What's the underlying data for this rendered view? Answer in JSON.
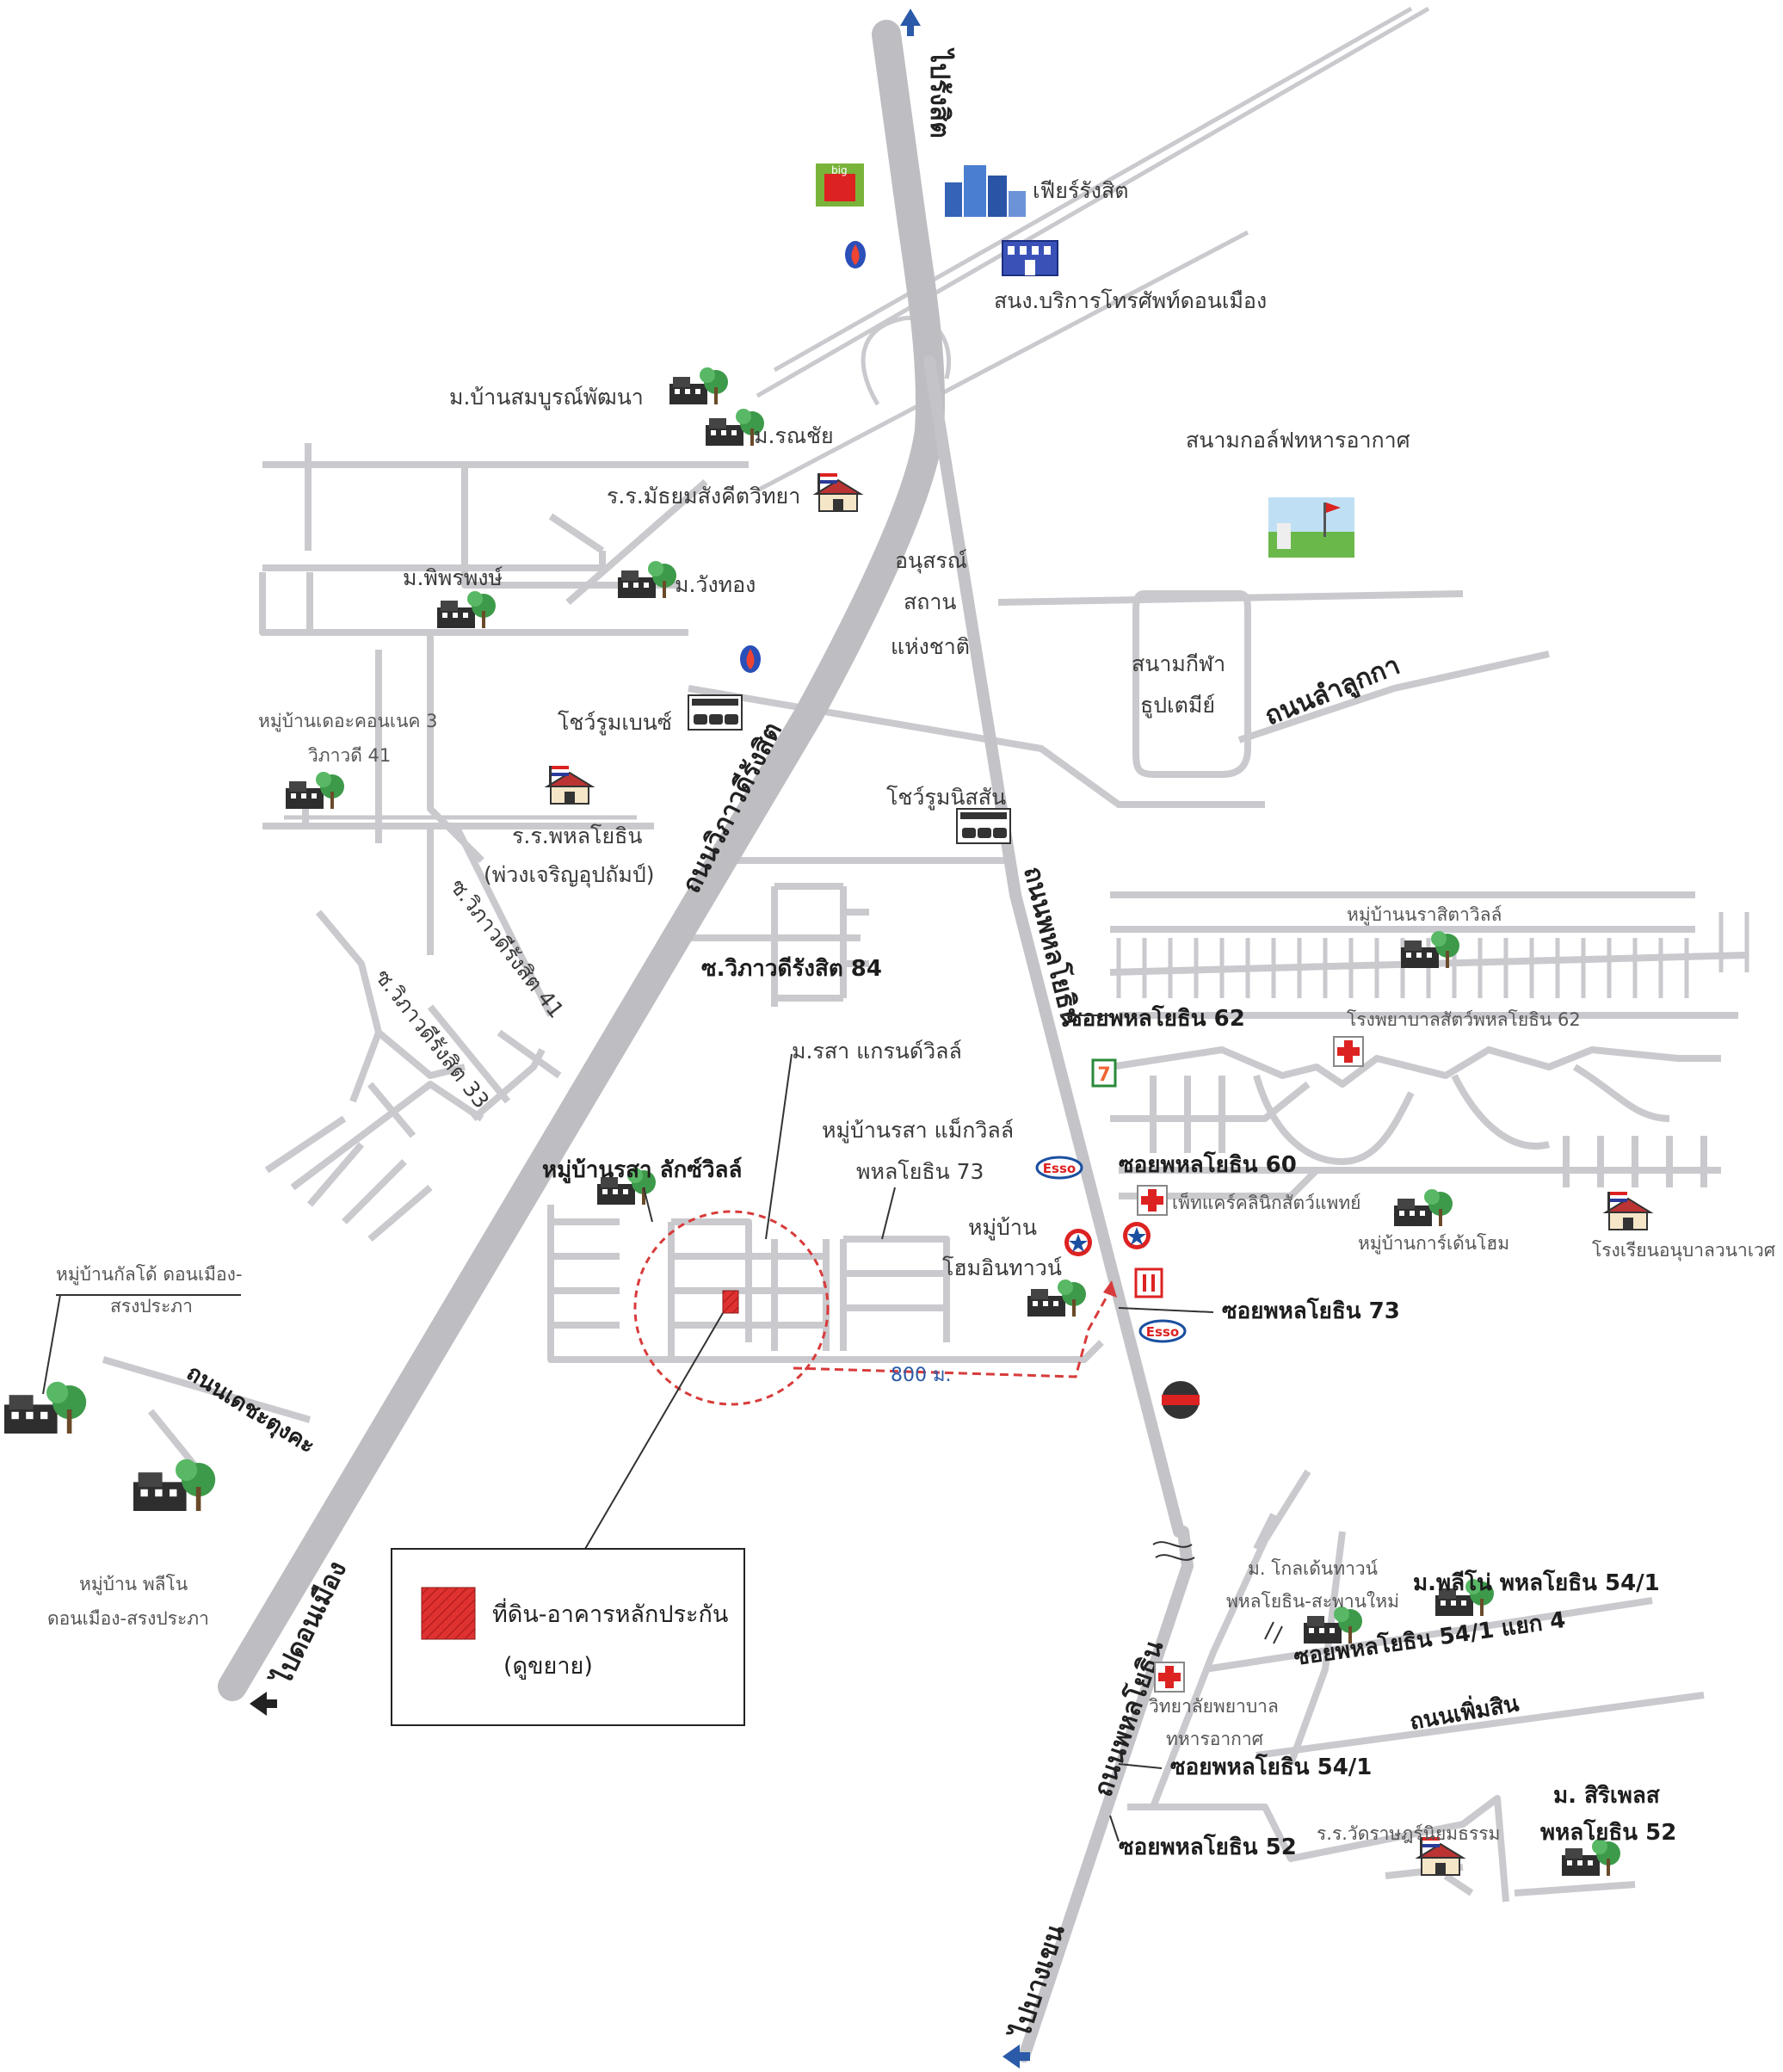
{
  "roads": {
    "vibhavadi": "ถนนวิภาวดีรังสิต",
    "phahonyothin": "ถนนพหลโยธิน",
    "phahonyothin_south": "ถนนพหลโยธิน",
    "lamlukka": "ถนนลำลูกกา",
    "detchatungkha": "ถนนเดชะตุงคะ",
    "phoemsin": "ถนนเพิ่มสิน",
    "soi_vibhavadi_84": "ซ.วิภาวดีรังสิต 84",
    "soi_vibhavadi_41": "ซ.วิภาวดีรังสิต 41",
    "soi_vibhavadi_33": "ซ.วิภาวดีรังสิต 33",
    "soi_phahon_62": "ซอยพหลโยธิน 62",
    "soi_phahon_60": "ซอยพหลโยธิน 60",
    "soi_phahon_73": "ซอยพหลโยธิน 73",
    "soi_phahon_54_1": "ซอยพหลโยธิน 54/1",
    "soi_phahon_54_1_4": "ซอยพหลโยธิน 54/1 แยก 4",
    "soi_phahon_52": "ซอยพหลโยธิน 52"
  },
  "directions": {
    "to_rangsit": "ไปรังสิต",
    "to_donmueang": "ไปดอนเมือง",
    "to_bangkhen": "ไปบางเขน"
  },
  "places": {
    "future_rangsit": "เฟียร์รังสิต",
    "tot_office": "สนง.บริการโทรศัพท์ดอนเมือง",
    "m_somboon": "ม.บ้านสมบูรณ์พัฒนา",
    "m_ronchai": "ม.รณชัย",
    "school_mattayom": "ร.ร.มัธยมสังคีตวิทยา",
    "golf": "สนามกอล์ฟทหารอากาศ",
    "m_phiphon": "ม.พิพรพงษ์",
    "m_wangthong": "ม.วังทอง",
    "monument_1": "อนุสรณ์",
    "monument_2": "สถาน",
    "monument_3": "แห่งชาติ",
    "stadium_1": "สนามกีฬา",
    "stadium_2": "ธูปเตมีย์",
    "m_theconnect_1": "หมู่บ้านเดอะคอนเนค 3",
    "m_theconnect_2": "วิภาวดี 41",
    "showroom_benz": "โชว์รูมเบนซ์",
    "showroom_nissan": "โชว์รูมนิสสัน",
    "school_phahon_1": "ร.ร.พหลโยธิน",
    "school_phahon_2": "(พ่วงเจริญอุปถัมป์)",
    "m_rasa_1": "หมู่บ้านนราสิตาวิลล์",
    "animal_hospital": "โรงพยาบาลสัตว์พหลโยธิน 62",
    "m_rasa_grand": "ม.รสา แกรนด์วิลล์",
    "m_rasa_max_1": "หมู่บ้านรสา แม็กวิลล์",
    "m_rasa_max_2": "พหลโยธิน 73",
    "m_rasa_luxury": "หมู่บ้านรสา ลักซ์วิลล์",
    "pet_clinic": "เพ็ทแคร์คลินิกสัตว์แพทย์",
    "m_home_1": "หมู่บ้าน",
    "m_home_2": "โฮมอินทาวน์",
    "m_garden": "หมู่บ้านการ์เด้นโฮม",
    "kindergarten": "โรงเรียนอนุบาลวนาเวศ",
    "m_kolden_1": "หมู่บ้านกัลโด้ ดอนเมือง-",
    "m_kolden_2": "สรงประภา",
    "m_plino_1": "หมู่บ้าน พลีโน",
    "m_plino_2": "ดอนเมือง-สรงประภา",
    "m_goldentown_1": "ม. โกลเด้นทาวน์",
    "m_goldentown_2": "พหลโยธิน-สะพานใหม่",
    "m_plino_phahon": "ม.พลีโน่ พหลโยธิน 54/1",
    "hospital_af_1": "วิทยาลัยพยาบาล",
    "hospital_af_2": "ทหารอากาศ",
    "school_wat": "ร.ร.วัดราษฎร์นิยมธรรม",
    "m_siriplus_1": "ม. สิริเพลส",
    "m_siriplus_2": "พหลโยธิน 52"
  },
  "distance": "800 ม.",
  "legend": {
    "title": "ที่ดิน-อาคารหลักประกัน",
    "subtitle": "(ดูขยาย)"
  },
  "colors": {
    "road": "#c9c9ce",
    "main_road": "#bdbdc2",
    "marker": "#d83b3b",
    "route": "#d83b3b",
    "direction_arrow": "#2a5aa8"
  },
  "icons": {
    "village": "village-house-icon",
    "school": "school-flag-icon",
    "gas_ptt": "ptt-gas-icon",
    "esso": "esso-logo-icon",
    "caltex": "caltex-star-icon",
    "hospital": "red-cross-icon",
    "seven_eleven": "seven-eleven-icon",
    "golf": "golf-flag-icon",
    "nissan": "nissan-logo-icon",
    "big_c": "big-c-logo-icon",
    "building": "office-building-icon"
  }
}
